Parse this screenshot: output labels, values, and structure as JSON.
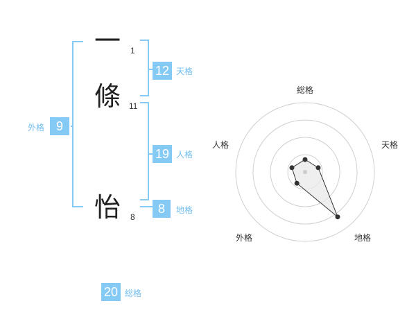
{
  "name": {
    "chars": [
      {
        "char": "一",
        "strokes": "1"
      },
      {
        "char": "條",
        "strokes": "11"
      },
      {
        "char": "怡",
        "strokes": "8"
      }
    ]
  },
  "kakusu": {
    "tenkaku": {
      "value": "12",
      "label": "天格"
    },
    "jinkaku": {
      "value": "19",
      "label": "人格"
    },
    "chikaku": {
      "value": "8",
      "label": "地格"
    },
    "gaikaku": {
      "value": "9",
      "label": "外格"
    },
    "soukaku": {
      "value": "20",
      "label": "総格"
    }
  },
  "colors": {
    "accent": "#85c9f5",
    "bracket": "#85c9f5",
    "label_text": "#71bdef",
    "radar_line": "#333333",
    "radar_fill": "#e8e8e8"
  },
  "chart_data": {
    "type": "radar",
    "axes": [
      "総格",
      "天格",
      "地格",
      "外格",
      "人格"
    ],
    "values": [
      0.18,
      0.2,
      0.8,
      0.2,
      0.2
    ],
    "rings": 4,
    "range": [
      0,
      1
    ]
  }
}
